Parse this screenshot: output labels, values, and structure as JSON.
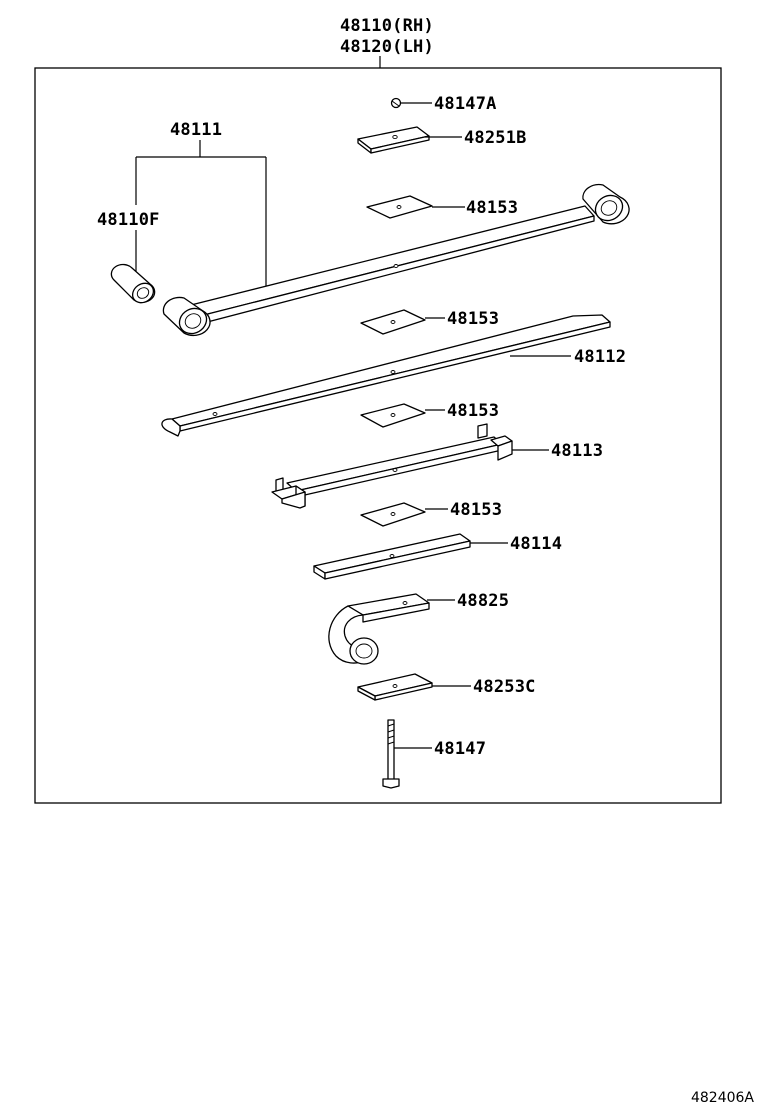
{
  "assembly": {
    "part_rh": "48110(RH)",
    "part_lh": "48120(LH)"
  },
  "labels": {
    "spring_leaf_1_group": "48111",
    "bushing": "48110F",
    "clip_top": "48147A",
    "plate_top": "48251B",
    "insert_1": "48153",
    "insert_2": "48153",
    "insert_3": "48153",
    "insert_4": "48153",
    "leaf_2": "48112",
    "leaf_3": "48113",
    "leaf_4": "48114",
    "helper_spring": "48825",
    "plate_bottom": "48253C",
    "center_bolt": "48147"
  },
  "figure_code": "482406A"
}
